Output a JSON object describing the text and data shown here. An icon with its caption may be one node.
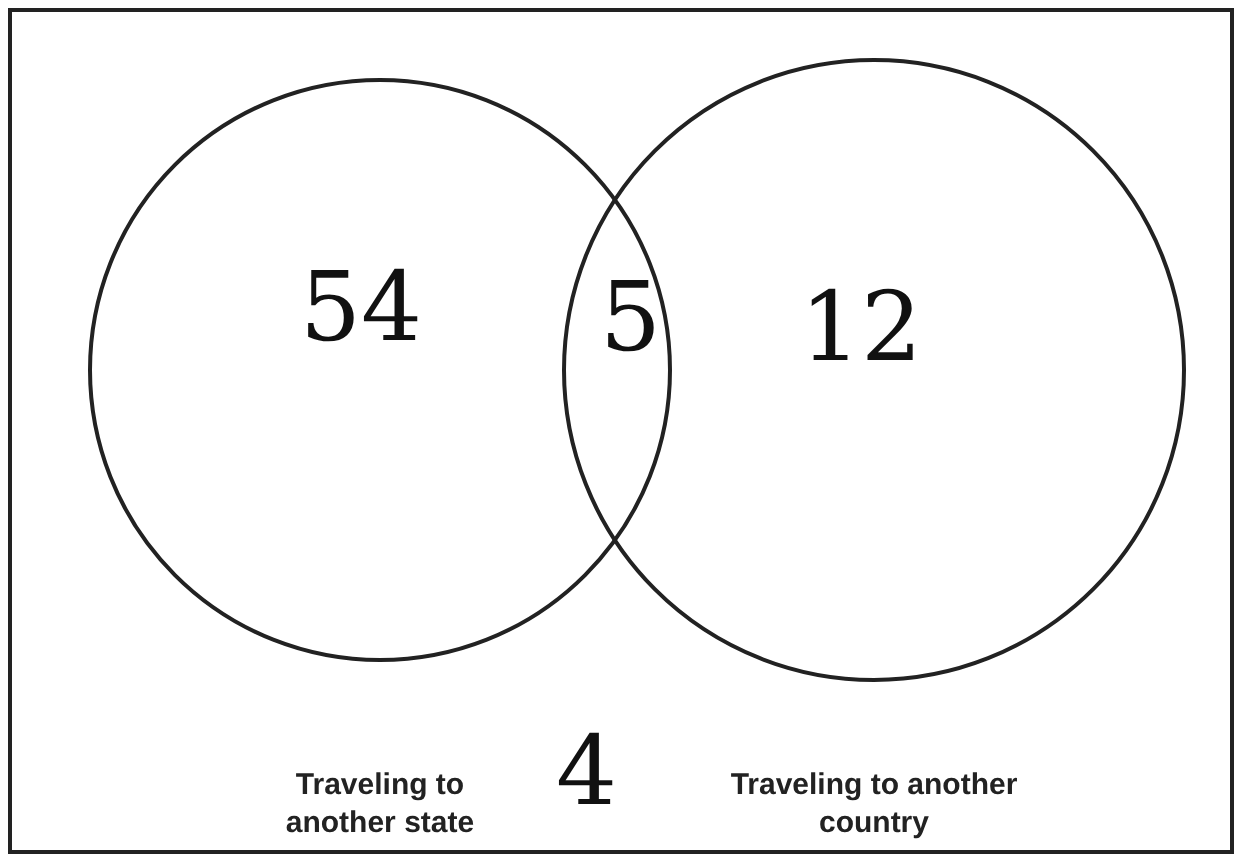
{
  "diagram": {
    "nodes": [
      {
        "text": [
          "Traveling to another state"
        ]
      },
      {
        "text": [
          "Traveling to another country"
        ]
      }
    ],
    "edges": [],
    "labels": [
      "54",
      "5",
      "12",
      "4"
    ]
  }
}
